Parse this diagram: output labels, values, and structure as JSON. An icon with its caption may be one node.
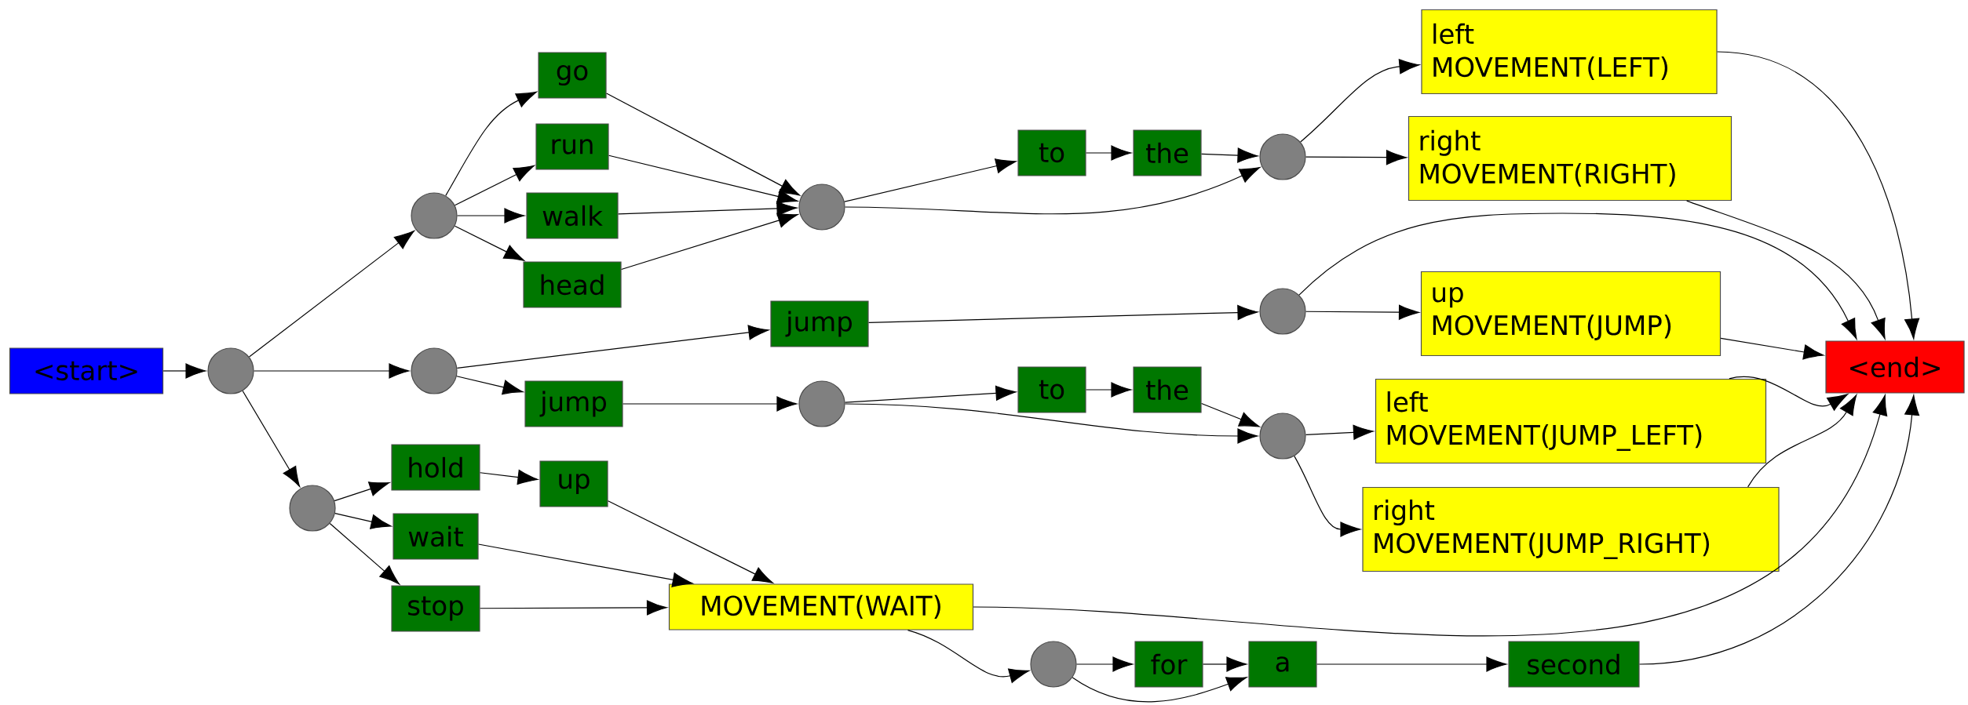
{
  "diagram": {
    "nodes": [
      {
        "text": [
          "<start>"
        ]
      },
      {
        "text": [],
        "shape": "circle"
      },
      {
        "text": [],
        "shape": "circle"
      },
      {
        "text": [
          "go"
        ]
      },
      {
        "text": [
          "run"
        ]
      },
      {
        "text": [
          "walk"
        ]
      },
      {
        "text": [
          "head"
        ]
      },
      {
        "text": [],
        "shape": "circle"
      },
      {
        "text": [
          "to"
        ]
      },
      {
        "text": [
          "the"
        ]
      },
      {
        "text": [],
        "shape": "circle"
      },
      {
        "text": [
          "left",
          "MOVEMENT(LEFT)"
        ]
      },
      {
        "text": [
          "right",
          "MOVEMENT(RIGHT)"
        ]
      },
      {
        "text": [],
        "shape": "circle"
      },
      {
        "text": [
          "jump"
        ]
      },
      {
        "text": [],
        "shape": "circle"
      },
      {
        "text": [
          "up",
          "MOVEMENT(JUMP)"
        ]
      },
      {
        "text": [
          "jump"
        ]
      },
      {
        "text": [],
        "shape": "circle"
      },
      {
        "text": [
          "to"
        ]
      },
      {
        "text": [
          "the"
        ]
      },
      {
        "text": [],
        "shape": "circle"
      },
      {
        "text": [
          "left",
          "MOVEMENT(JUMP_LEFT)"
        ]
      },
      {
        "text": [
          "right",
          "MOVEMENT(JUMP_RIGHT)"
        ]
      },
      {
        "text": [],
        "shape": "circle"
      },
      {
        "text": [
          "hold"
        ]
      },
      {
        "text": [
          "wait"
        ]
      },
      {
        "text": [
          "stop"
        ]
      },
      {
        "text": [
          "up"
        ]
      },
      {
        "text": [
          "MOVEMENT(WAIT)"
        ]
      },
      {
        "text": [],
        "shape": "circle"
      },
      {
        "text": [
          "for"
        ]
      },
      {
        "text": [
          "a"
        ]
      },
      {
        "text": [
          "second"
        ]
      },
      {
        "text": [
          "<end>"
        ]
      }
    ],
    "edges": [
      {
        "from": 0,
        "to": 1,
        "arrow": "to"
      },
      {
        "from": 1,
        "to": 2,
        "arrow": "to"
      },
      {
        "from": 1,
        "to": 13,
        "arrow": "to"
      },
      {
        "from": 1,
        "to": 24,
        "arrow": "to"
      },
      {
        "from": 2,
        "to": 3,
        "arrow": "to"
      },
      {
        "from": 2,
        "to": 4,
        "arrow": "to"
      },
      {
        "from": 2,
        "to": 5,
        "arrow": "to"
      },
      {
        "from": 2,
        "to": 6,
        "arrow": "to"
      },
      {
        "from": 3,
        "to": 7,
        "arrow": "to"
      },
      {
        "from": 4,
        "to": 7,
        "arrow": "to"
      },
      {
        "from": 5,
        "to": 7,
        "arrow": "to"
      },
      {
        "from": 6,
        "to": 7,
        "arrow": "to"
      },
      {
        "from": 7,
        "to": 8,
        "arrow": "to"
      },
      {
        "from": 7,
        "to": 10,
        "arrow": "to"
      },
      {
        "from": 8,
        "to": 9,
        "arrow": "to"
      },
      {
        "from": 9,
        "to": 10,
        "arrow": "to"
      },
      {
        "from": 10,
        "to": 11,
        "arrow": "to"
      },
      {
        "from": 10,
        "to": 12,
        "arrow": "to"
      },
      {
        "from": 11,
        "to": 34,
        "arrow": "to"
      },
      {
        "from": 12,
        "to": 34,
        "arrow": "to"
      },
      {
        "from": 13,
        "to": 14,
        "arrow": "to"
      },
      {
        "from": 13,
        "to": 17,
        "arrow": "to"
      },
      {
        "from": 14,
        "to": 15,
        "arrow": "to"
      },
      {
        "from": 15,
        "to": 16,
        "arrow": "to"
      },
      {
        "from": 15,
        "to": 34,
        "arrow": "to"
      },
      {
        "from": 16,
        "to": 34,
        "arrow": "to"
      },
      {
        "from": 17,
        "to": 18,
        "arrow": "to"
      },
      {
        "from": 18,
        "to": 19,
        "arrow": "to"
      },
      {
        "from": 18,
        "to": 21,
        "arrow": "to"
      },
      {
        "from": 19,
        "to": 20,
        "arrow": "to"
      },
      {
        "from": 20,
        "to": 21,
        "arrow": "to"
      },
      {
        "from": 21,
        "to": 22,
        "arrow": "to"
      },
      {
        "from": 21,
        "to": 23,
        "arrow": "to"
      },
      {
        "from": 22,
        "to": 34,
        "arrow": "to"
      },
      {
        "from": 23,
        "to": 34,
        "arrow": "to"
      },
      {
        "from": 24,
        "to": 25,
        "arrow": "to"
      },
      {
        "from": 24,
        "to": 26,
        "arrow": "to"
      },
      {
        "from": 24,
        "to": 27,
        "arrow": "to"
      },
      {
        "from": 25,
        "to": 28,
        "arrow": "to"
      },
      {
        "from": 28,
        "to": 29,
        "arrow": "to"
      },
      {
        "from": 26,
        "to": 29,
        "arrow": "to"
      },
      {
        "from": 27,
        "to": 29,
        "arrow": "to"
      },
      {
        "from": 29,
        "to": 34,
        "arrow": "to"
      },
      {
        "from": 29,
        "to": 30,
        "arrow": "to"
      },
      {
        "from": 30,
        "to": 31,
        "arrow": "to"
      },
      {
        "from": 30,
        "to": 32,
        "arrow": "to"
      },
      {
        "from": 31,
        "to": 32,
        "arrow": "to"
      },
      {
        "from": 32,
        "to": 33,
        "arrow": "to"
      },
      {
        "from": 33,
        "to": 34,
        "arrow": "to"
      }
    ]
  }
}
